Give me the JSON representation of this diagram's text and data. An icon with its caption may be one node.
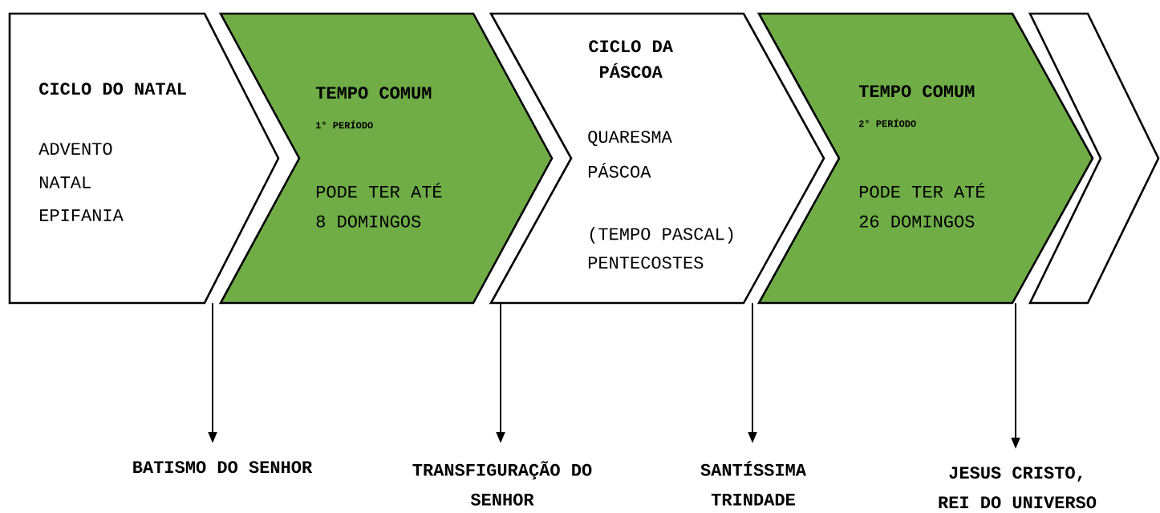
{
  "diagram": {
    "nodes": [
      {
        "text": [
          "CICLO DO NATAL",
          "ADVENTO",
          "NATAL",
          "EPIFANIA"
        ]
      },
      {
        "text": [
          "TEMPO COMUM",
          "1° PERÍODO",
          "PODE TER ATÉ 8 DOMINGOS"
        ]
      },
      {
        "text": [
          "CICLO DA PÁSCOA",
          "QUARESMA",
          "PÁSCOA",
          "(TEMPO PASCAL)",
          "PENTECOSTES"
        ]
      },
      {
        "text": [
          "TEMPO COMUM",
          "2° PERÍODO",
          "PODE TER ATÉ 26 DOMINGOS"
        ]
      },
      {
        "text": [],
        "shape": "chevron"
      },
      {
        "text": [
          "BATISMO DO SENHOR"
        ]
      },
      {
        "text": [
          "TRANSFIGURAÇÃO DO SENHOR"
        ]
      },
      {
        "text": [
          "SANTÍSSIMA TRINDADE"
        ]
      },
      {
        "text": [
          "JESUS CRISTO, REI DO UNIVERSO"
        ]
      }
    ],
    "edges": [
      {
        "from": 0,
        "to": 5,
        "arrow": "to"
      },
      {
        "from": 2,
        "to": 6,
        "arrow": "to"
      },
      {
        "from": 2,
        "to": 7,
        "arrow": "to"
      },
      {
        "from": 3,
        "to": 8,
        "arrow": "to"
      }
    ]
  }
}
